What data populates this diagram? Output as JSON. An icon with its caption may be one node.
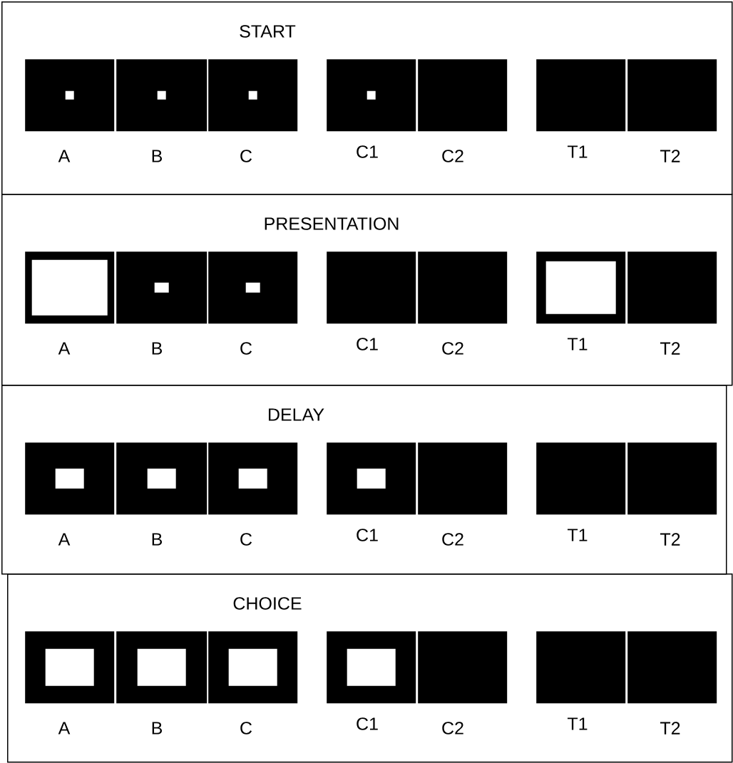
{
  "diagram": {
    "nodes": [
      {
        "text": [
          "START"
        ]
      },
      {
        "text": [
          "A"
        ],
        "in": 0
      },
      {
        "text": [],
        "shape": "box",
        "in": 1
      },
      {
        "text": [
          "B"
        ],
        "in": 0
      },
      {
        "text": [],
        "shape": "box",
        "in": 3
      },
      {
        "text": [
          "C"
        ],
        "in": 0
      },
      {
        "text": [],
        "shape": "box",
        "in": 5
      },
      {
        "text": [
          "C1"
        ],
        "in": 0
      },
      {
        "text": [],
        "shape": "box",
        "in": 7
      },
      {
        "text": [
          "C2"
        ],
        "in": 0
      },
      {
        "text": [
          "T1"
        ],
        "in": 0
      },
      {
        "text": [
          "T2"
        ],
        "in": 0
      },
      {
        "text": [
          "PRESENTATION"
        ]
      },
      {
        "text": [
          "A"
        ],
        "in": 12
      },
      {
        "text": [],
        "shape": "box",
        "in": 13
      },
      {
        "text": [
          "B"
        ],
        "in": 12
      },
      {
        "text": [],
        "shape": "box",
        "in": 15
      },
      {
        "text": [
          "C"
        ],
        "in": 12
      },
      {
        "text": [],
        "shape": "box",
        "in": 17
      },
      {
        "text": [
          "C1"
        ],
        "in": 12
      },
      {
        "text": [
          "C2"
        ],
        "in": 12
      },
      {
        "text": [
          "T1"
        ],
        "in": 12
      },
      {
        "text": [],
        "shape": "box",
        "in": 21
      },
      {
        "text": [
          "T2"
        ],
        "in": 12
      },
      {
        "text": [
          "DELAY"
        ]
      },
      {
        "text": [
          "A"
        ],
        "in": 24
      },
      {
        "text": [],
        "shape": "box",
        "in": 25
      },
      {
        "text": [
          "B"
        ],
        "in": 24
      },
      {
        "text": [],
        "shape": "box",
        "in": 27
      },
      {
        "text": [
          "C"
        ],
        "in": 24
      },
      {
        "text": [],
        "shape": "box",
        "in": 29
      },
      {
        "text": [
          "C1"
        ],
        "in": 24
      },
      {
        "text": [],
        "shape": "box",
        "in": 31
      },
      {
        "text": [
          "C2"
        ],
        "in": 24
      },
      {
        "text": [
          "T1"
        ],
        "in": 24
      },
      {
        "text": [
          "T2"
        ],
        "in": 24
      },
      {
        "text": [
          "CHOICE"
        ]
      },
      {
        "text": [
          "A"
        ],
        "in": 36
      },
      {
        "text": [],
        "shape": "box",
        "in": 37
      },
      {
        "text": [
          "B"
        ],
        "in": 36
      },
      {
        "text": [],
        "shape": "box",
        "in": 39
      },
      {
        "text": [
          "C"
        ],
        "in": 36
      },
      {
        "text": [],
        "shape": "box",
        "in": 41
      },
      {
        "text": [
          "C1"
        ],
        "in": 36
      },
      {
        "text": [],
        "shape": "box",
        "in": 43
      },
      {
        "text": [
          "C2"
        ],
        "in": 36
      },
      {
        "text": [
          "T1"
        ],
        "in": 36
      },
      {
        "text": [
          "T2"
        ],
        "in": 36
      }
    ]
  }
}
